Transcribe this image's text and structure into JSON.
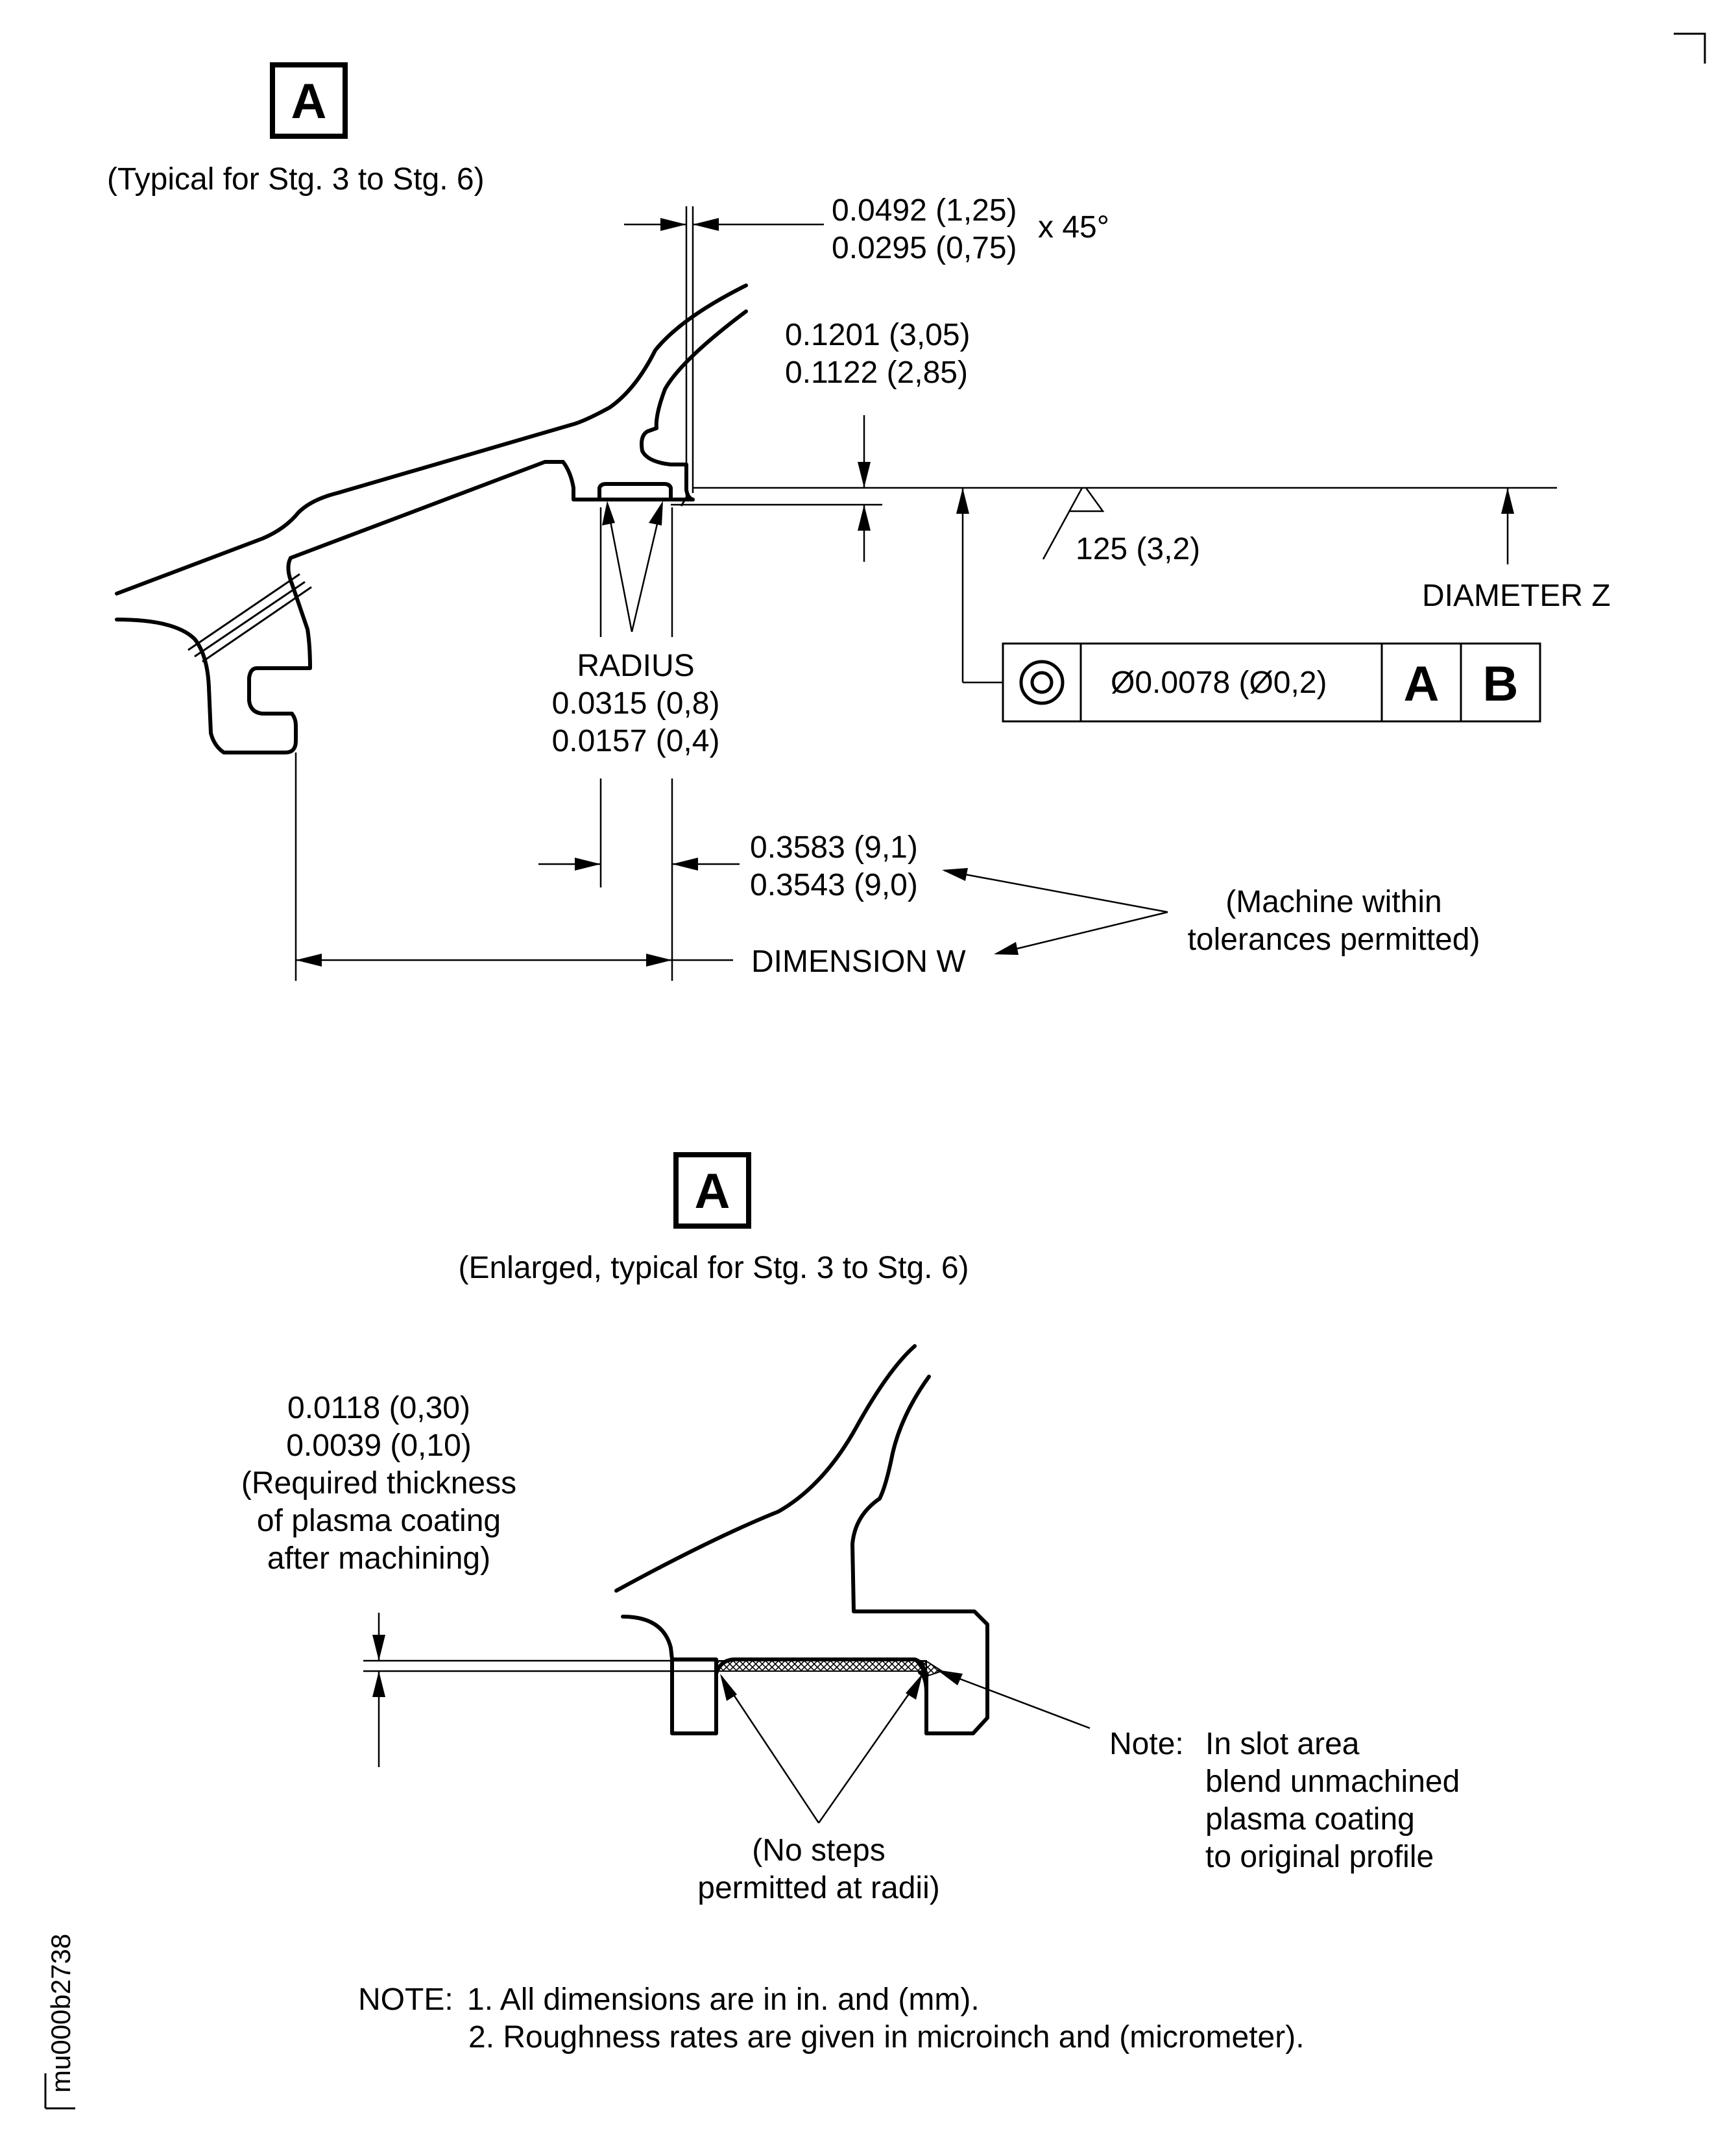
{
  "view_top": {
    "label": "A",
    "caption": "(Typical for Stg. 3 to Stg. 6)",
    "chamfer_upper": "0.0492 (1,25)",
    "chamfer_lower": "0.0295 (0,75)",
    "chamfer_angle": "x 45°",
    "depth_upper": "0.1201 (3,05)",
    "depth_lower": "0.1122 (2,85)",
    "roughness": "125 (3,2)",
    "diameter_label": "DIAMETER Z",
    "radius_title": "RADIUS",
    "radius_upper": "0.0315 (0,8)",
    "radius_lower": "0.0157 (0,4)",
    "width_upper": "0.3583 (9,1)",
    "width_lower": "0.3543 (9,0)",
    "dimension_w": "DIMENSION W",
    "machine_note_line1": "(Machine within",
    "machine_note_line2": "tolerances permitted)",
    "fcf_symbol": "concentricity-icon",
    "fcf_tolerance": "Ø0.0078 (Ø0,2)",
    "fcf_datum1": "A",
    "fcf_datum2": "B"
  },
  "view_bottom": {
    "label": "A",
    "caption": "(Enlarged, typical for Stg. 3 to Stg. 6)",
    "thickness_upper": "0.0118 (0,30)",
    "thickness_lower": "0.0039 (0,10)",
    "thickness_note_1": "(Required thickness",
    "thickness_note_2": "of plasma coating",
    "thickness_note_3": "after machining)",
    "steps_note_1": "(No steps",
    "steps_note_2": "permitted at radii)",
    "slot_note_prefix": "Note:",
    "slot_note_1": "In slot area",
    "slot_note_2": "blend unmachined",
    "slot_note_3": "plasma coating",
    "slot_note_4": "to original profile"
  },
  "notes": {
    "prefix": "NOTE:",
    "note1": "1. All dimensions are in in. and (mm).",
    "note2": "2. Roughness rates are given in microinch and (micrometer)."
  },
  "figure_id": "mu000b2738"
}
